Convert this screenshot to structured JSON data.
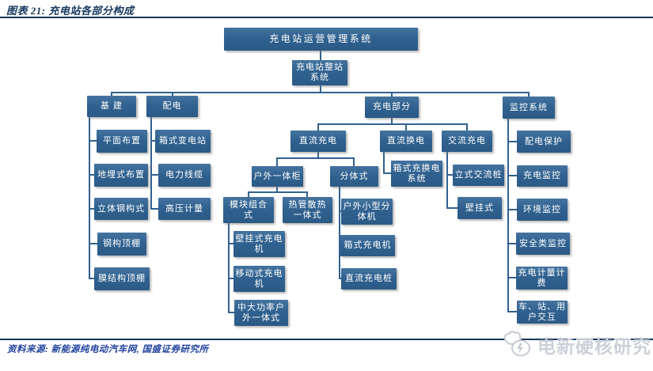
{
  "header": {
    "title": "图表 21: 充电站各部分构成"
  },
  "footer": {
    "source": "资料来源: 新能源纯电动汽车网, 国盛证券研究所"
  },
  "watermark": {
    "text": "电新硬核研究",
    "logo": "mascot-logo-icon"
  },
  "colors": {
    "node_fill": "#30618F",
    "connector": "#31618F",
    "rule": "#17375E",
    "title": "#17375E",
    "source_text": "#2344A0",
    "watermark_text": "#CCD1D9"
  },
  "diagram": {
    "nodes": {
      "root": "充电站运营管理系统",
      "station_system": "充电站整站\n系统",
      "infrastructure": "基 建",
      "power_distribution": "配电",
      "charging_section": "充电部分",
      "monitoring_system": "监控系统",
      "plane_layout": "平面布置",
      "buried_layout": "地埋式布置",
      "steel_structure": "立体钢构式",
      "steel_canopy": "钢构顶棚",
      "membrane_canopy": "膜结构顶棚",
      "box_substation": "箱式变电站",
      "power_cable": "电力线缆",
      "hv_metering": "高压计量",
      "dc_charging": "直流充电",
      "dc_swapping": "直流换电",
      "ac_charging": "交流充电",
      "outdoor_cabinet": "户外一体柜",
      "split_type": "分体式",
      "module_combo": "模块组合\n式",
      "heat_pipe": "热管散热\n一体式",
      "outdoor_small_split": "户外小型分\n体机",
      "wall_charger": "壁挂式充电\n机",
      "mobile_charger": "移动式充电\n机",
      "high_power_outdoor": "中大功率户\n外一体式",
      "box_charger": "箱式充电机",
      "dc_pile": "直流充电桩",
      "box_swap_system": "箱式充换电\n系统",
      "vertical_ac_pile": "立式交流桩",
      "wall_mounted": "壁挂式",
      "distribution_protection": "配电保护",
      "charging_monitoring": "充电监控",
      "environment_monitoring": "环境监控",
      "security_monitoring": "安全类监控",
      "metering_billing": "充电计量计\n费",
      "interaction": "车、站、用\n户交互"
    }
  }
}
